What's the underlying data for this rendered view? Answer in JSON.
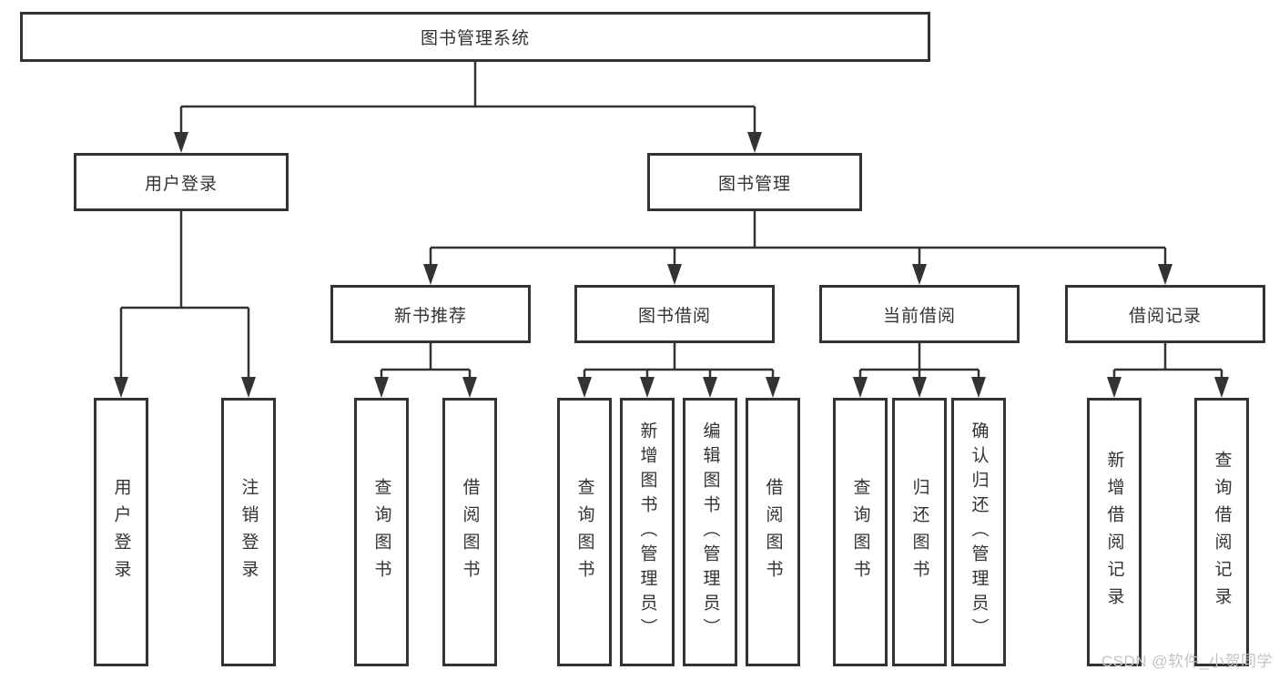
{
  "nodes": {
    "root": "图书管理系统",
    "login": "用户登录",
    "mgmt": "图书管理",
    "rec": "新书推荐",
    "borrow": "图书借阅",
    "current": "当前借阅",
    "records": "借阅记录",
    "leaf_login": "用户登录",
    "leaf_logout": "注销登录",
    "rec_query": "查询图书",
    "rec_borrow": "借阅图书",
    "borrow_query": "查询图书",
    "borrow_add": "新增图书（管理员）",
    "borrow_edit": "编辑图书（管理员）",
    "borrow_borrow": "借阅图书",
    "current_query": "查询图书",
    "current_return": "归还图书",
    "current_confirm": "确认归还（管理员）",
    "records_add": "新增借阅记录",
    "records_query": "查询借阅记录"
  },
  "hierarchy": {
    "图书管理系统": [
      "用户登录",
      "图书管理"
    ],
    "用户登录": [
      "用户登录",
      "注销登录"
    ],
    "图书管理": [
      "新书推荐",
      "图书借阅",
      "当前借阅",
      "借阅记录"
    ],
    "新书推荐": [
      "查询图书",
      "借阅图书"
    ],
    "图书借阅": [
      "查询图书",
      "新增图书（管理员）",
      "编辑图书（管理员）",
      "借阅图书"
    ],
    "当前借阅": [
      "查询图书",
      "归还图书",
      "确认归还（管理员）"
    ],
    "借阅记录": [
      "新增借阅记录",
      "查询借阅记录"
    ]
  },
  "watermark": {
    "text": "CSDN @软件_小贺同学",
    "color": "#c3c3c3"
  },
  "colors": {
    "line": "#333333",
    "box_border": "#333333",
    "text": "#333333",
    "background": "#ffffff"
  }
}
